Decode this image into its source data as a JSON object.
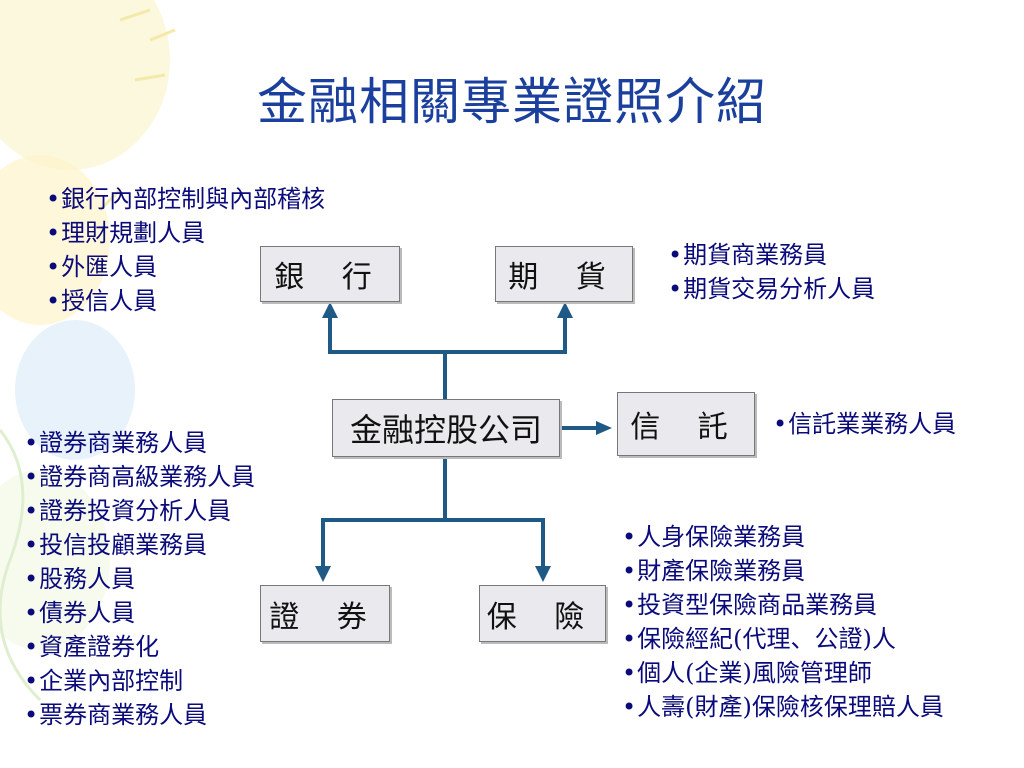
{
  "title": "金融相關專業證照介紹",
  "nodes": {
    "center": "金融控股公司",
    "bank": "銀 行",
    "futures": "期 貨",
    "trust": "信 託",
    "securities": "證 券",
    "insurance": "保 險"
  },
  "lists": {
    "bank": [
      "銀行內部控制與內部稽核",
      "理財規劃人員",
      "外匯人員",
      "授信人員"
    ],
    "futures": [
      "期貨商業務員",
      "期貨交易分析人員"
    ],
    "trust": [
      "信託業業務人員"
    ],
    "securities": [
      "證券商業務人員",
      "證券商高級業務人員",
      "證券投資分析人員",
      "投信投顧業務員",
      "股務人員",
      "債券人員",
      "資產證券化",
      "企業內部控制",
      "票券商業務人員"
    ],
    "insurance": [
      "人身保險業務員",
      "財產保險業務員",
      "投資型保險商品業務員",
      "保險經紀(代理、公證)人",
      "個人(企業)風險管理師",
      "人壽(財產)保險核保理賠人員"
    ]
  },
  "colors": {
    "title": "#1a3f9c",
    "connector": "#1f5a86",
    "list_text": "#0a0a7a"
  }
}
